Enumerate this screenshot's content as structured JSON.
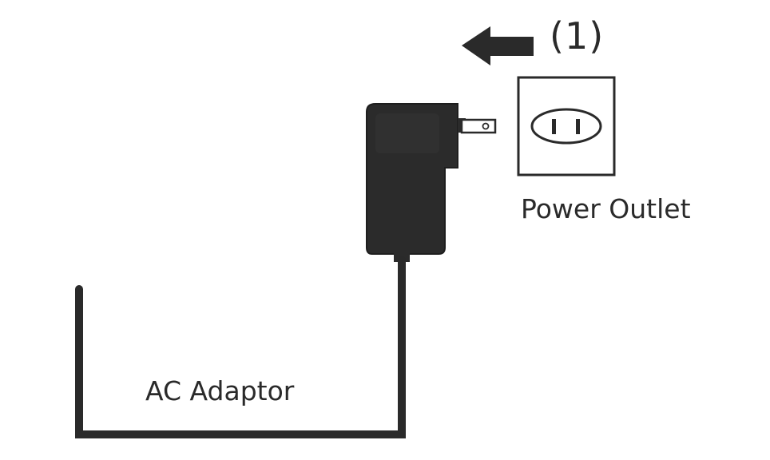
{
  "diagram": {
    "step_number": "(1)",
    "outlet_label": "Power Outlet",
    "adaptor_label": "AC Adaptor"
  },
  "colors": {
    "adaptor_body": "#2b2b2b",
    "line": "#2a2a2a",
    "background": "#ffffff"
  },
  "icons": {
    "arrow": "left-arrow-icon",
    "socket": "power-socket-icon",
    "plug": "plug-prong-icon"
  }
}
